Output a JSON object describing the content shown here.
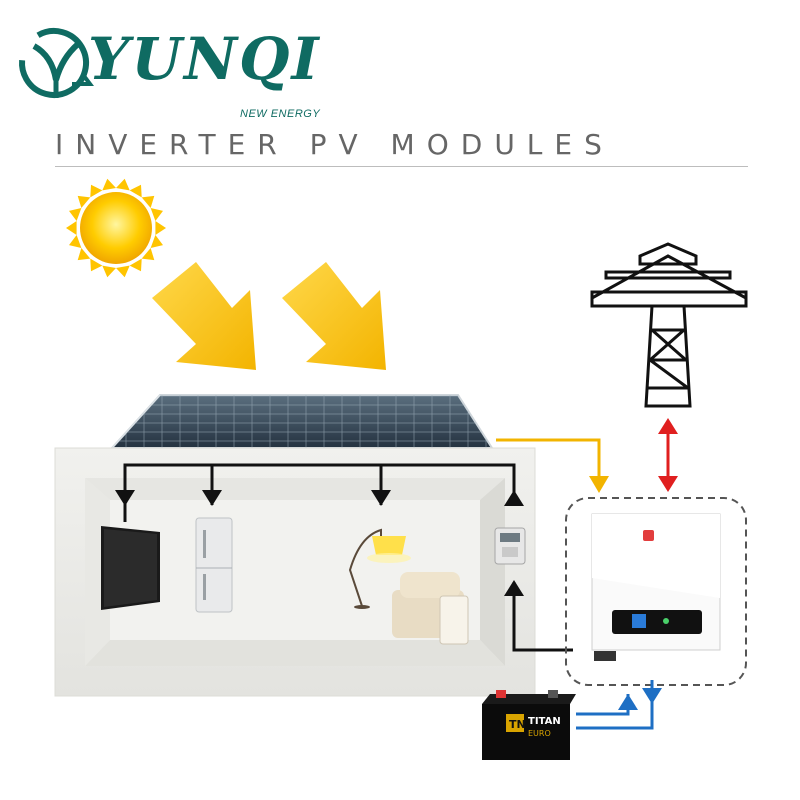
{
  "brand": {
    "name": "YUNQI",
    "tagline": "NEW ENERGY",
    "color": "#0f6b62"
  },
  "page": {
    "title": "INVERTER PV MODULES"
  },
  "battery": {
    "brand": "TITAN",
    "logo": "TN",
    "sub_label": "EURO"
  },
  "flows": {
    "pv_to_inverter_color": "#f2b400",
    "grid_exchange_color": "#e01f1f",
    "battery_exchange_color": "#1e6fc4",
    "load_supply_color": "#111111"
  },
  "icons": [
    "sun-icon",
    "sunlight-arrow-icon",
    "solar-panel-icon",
    "tv-icon",
    "fridge-icon",
    "floor-lamp-icon",
    "sofa-icon",
    "meter-icon",
    "inverter-icon",
    "transmission-tower-icon",
    "battery-icon"
  ]
}
